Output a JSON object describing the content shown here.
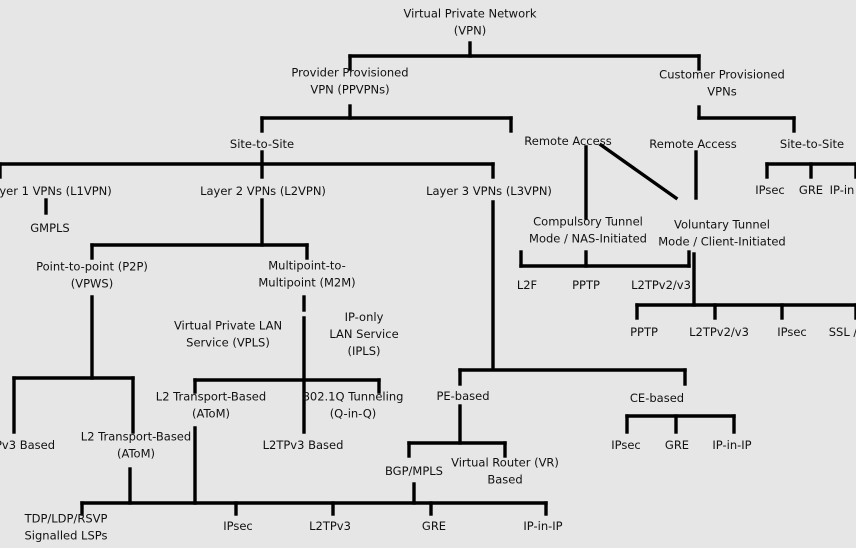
{
  "nodes": {
    "vpn": [
      "Virtual Private Network",
      "(VPN)"
    ],
    "ppvpn": [
      "Provider Provisioned",
      "VPN (PPVPNs)"
    ],
    "cpvpn": [
      "Customer Provisioned",
      "VPNs"
    ],
    "site_to_site": [
      "Site-to-Site"
    ],
    "remote_access_pp": [
      "Remote Access"
    ],
    "remote_access_cp": [
      "Remote Access"
    ],
    "site_to_site_cp": [
      "Site-to-Site"
    ],
    "l1vpn": [
      "ayer 1 VPNs (L1VPN)"
    ],
    "l2vpn": [
      "Layer 2 VPNs (L2VPN)"
    ],
    "l3vpn": [
      "Layer 3 VPNs (L3VPN)"
    ],
    "cp_ipsec": [
      "IPsec"
    ],
    "cp_gre": [
      "GRE"
    ],
    "cp_ipin": [
      "IP-in"
    ],
    "gmpls": [
      "GMPLS"
    ],
    "compulsory": [
      "Compulsory Tunnel",
      "Mode / NAS-Initiated"
    ],
    "voluntary": [
      "Voluntary Tunnel",
      "Mode / Client-Initiated"
    ],
    "p2p": [
      "Point-to-point (P2P)",
      "(VPWS)"
    ],
    "m2m": [
      "Multipoint-to-",
      "Multipoint (M2M)"
    ],
    "l2f": [
      "L2F"
    ],
    "comp_pptp": [
      "PPTP"
    ],
    "comp_l2tp": [
      "L2TPv2/v3"
    ],
    "vol_pptp": [
      "PPTP"
    ],
    "vol_l2tp": [
      "L2TPv2/v3"
    ],
    "vol_ipsec": [
      "IPsec"
    ],
    "vol_ssl": [
      "SSL /"
    ],
    "vpls": [
      "Virtual Private LAN",
      "Service (VPLS)"
    ],
    "ipls": [
      "IP-only",
      "LAN Service",
      "(IPLS)"
    ],
    "atom_vpls": [
      "L2 Transport-Based",
      "(AToM)"
    ],
    "qinq": [
      "802.1Q Tunneling",
      "(Q-in-Q)"
    ],
    "pe_based": [
      "PE-based"
    ],
    "ce_based": [
      "CE-based"
    ],
    "l2tpv3_p2p": [
      "Pv3 Based"
    ],
    "atom_p2p": [
      "L2 Transport-Based",
      "(AToM)"
    ],
    "l2tpv3_based": [
      "L2TPv3 Based"
    ],
    "ce_ipsec": [
      "IPsec"
    ],
    "ce_gre": [
      "GRE"
    ],
    "ce_ipinip": [
      "IP-in-IP"
    ],
    "bgp_mpls": [
      "BGP/MPLS"
    ],
    "vr": [
      "Virtual Router (VR)",
      "Based"
    ],
    "tdp": [
      "TDP/LDP/RSVP",
      "Signalled LSPs"
    ],
    "b_ipsec": [
      "IPsec"
    ],
    "b_l2tpv3": [
      "L2TPv3"
    ],
    "b_gre": [
      "GRE"
    ],
    "b_ipinip": [
      "IP-in-IP"
    ]
  },
  "colors": {
    "background": "#e6e6e6",
    "line": "#000000",
    "text": "#111111"
  }
}
